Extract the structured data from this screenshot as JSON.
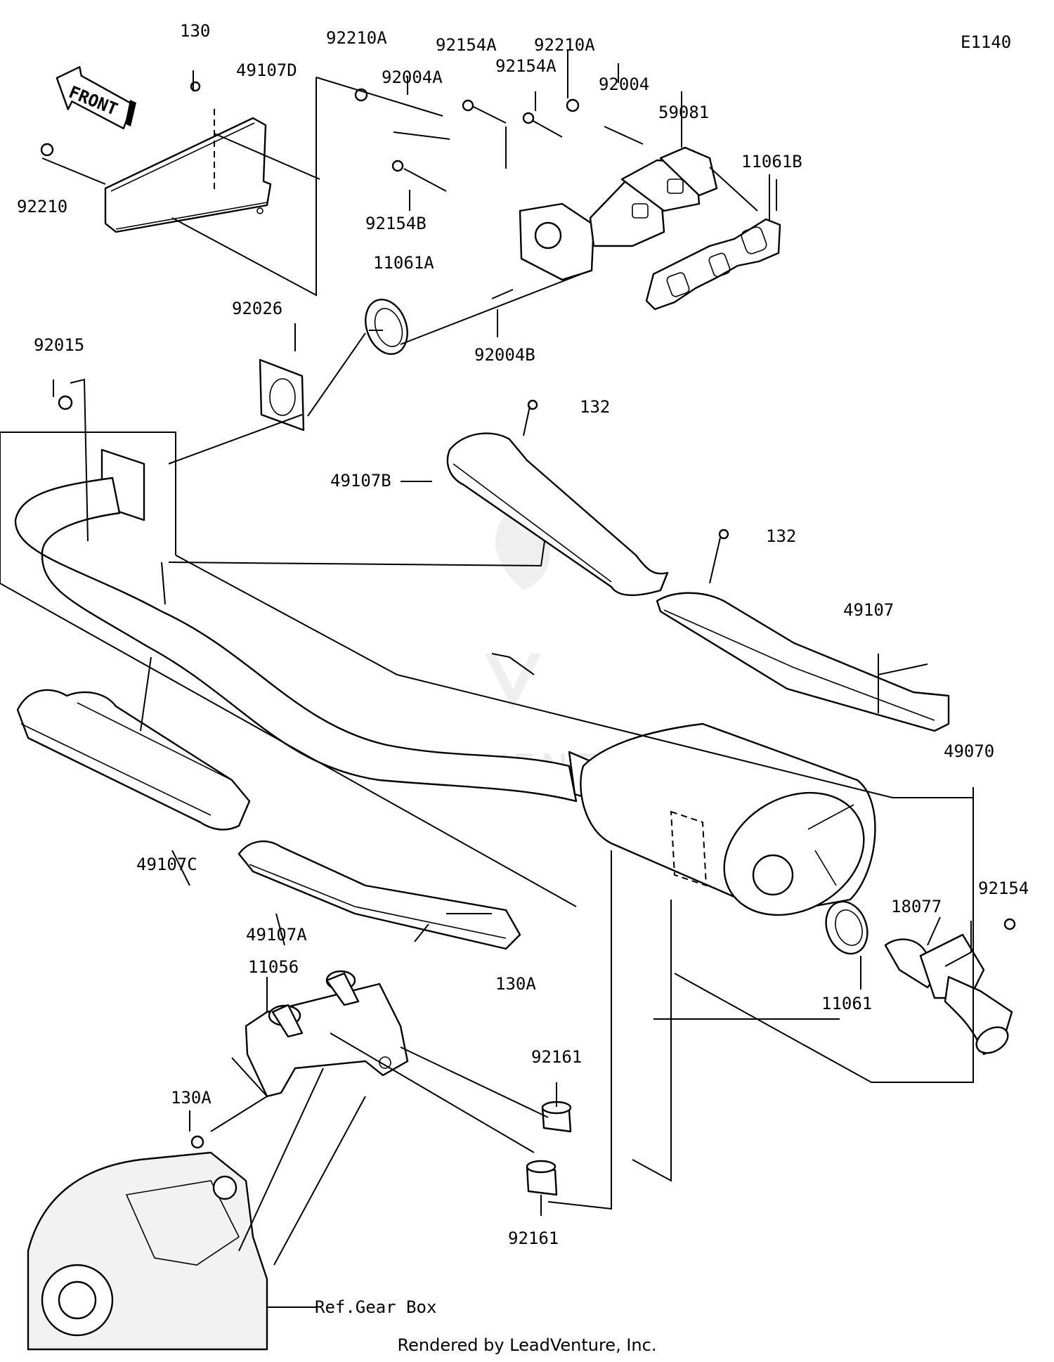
{
  "diagram_code": "E1140",
  "front_label": "FRONT",
  "watermark": {
    "text": "LEADVENTURE",
    "color": "#cfcfcf"
  },
  "footer": "Rendered by LeadVenture, Inc.",
  "labels": {
    "p130_top": "130",
    "p49107D": "49107D",
    "p92210": "92210",
    "p92210A_left": "92210A",
    "p92004A": "92004A",
    "p92154A_1": "92154A",
    "p92154A_2": "92154A",
    "p92210A_right": "92210A",
    "p92004": "92004",
    "p59081": "59081",
    "p11061B": "11061B",
    "p92154B": "92154B",
    "p11061A": "11061A",
    "p92004B": "92004B",
    "p92026": "92026",
    "p92015": "92015",
    "p132_top": "132",
    "p49107B": "49107B",
    "p132_mid": "132",
    "p49107": "49107",
    "p49070": "49070",
    "p92154": "92154",
    "p18077": "18077",
    "p11061": "11061",
    "p49107C": "49107C",
    "p49107A": "49107A",
    "p11056": "11056",
    "p130A_right": "130A",
    "p130A_left": "130A",
    "p92161_top": "92161",
    "p92161_bot": "92161",
    "ref_gear_box": "Ref.Gear Box"
  }
}
